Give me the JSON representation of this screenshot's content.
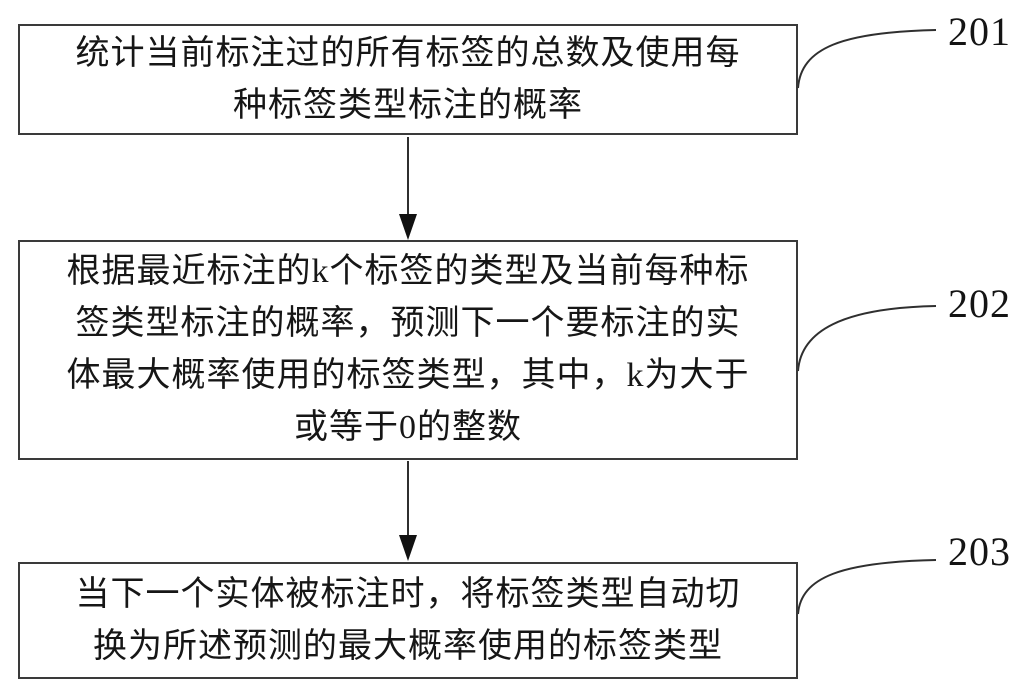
{
  "figure": {
    "steps": [
      {
        "id": "201",
        "lines": [
          "统计当前标注过的所有标签的总数及使用每",
          "种标签类型标注的概率"
        ]
      },
      {
        "id": "202",
        "lines": [
          "根据最近标注的k个标签的类型及当前每种标",
          "签类型标注的概率，预测下一个要标注的实",
          "体最大概率使用的标签类型，其中，k为大于",
          "或等于0的整数"
        ]
      },
      {
        "id": "203",
        "lines": [
          "当下一个实体被标注时，将标签类型自动切",
          "换为所述预测的最大概率使用的标签类型"
        ]
      }
    ],
    "colors": {
      "ink": "#161616",
      "line": "#2f2f2f",
      "border": "#3a3a3a",
      "background": "#ffffff"
    }
  }
}
